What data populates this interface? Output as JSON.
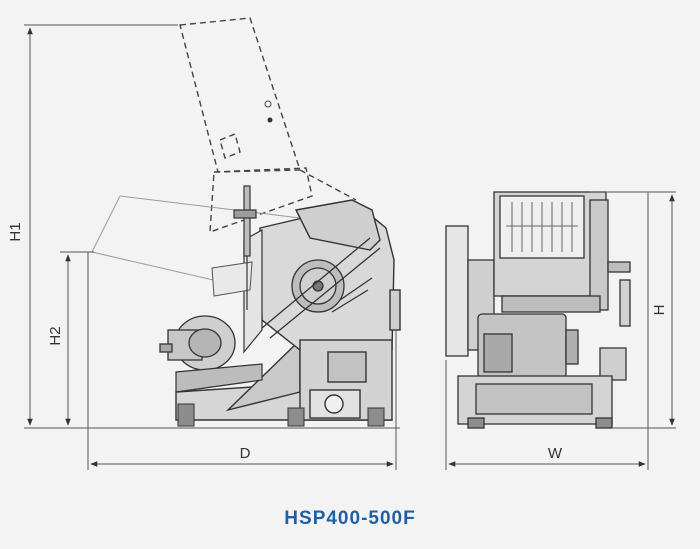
{
  "dimensions": {
    "h1": "H1",
    "h2": "H2",
    "d": "D",
    "h": "H",
    "w": "W"
  },
  "model": "HSP400-500F",
  "colors": {
    "title": "#1f5fa6",
    "machine_fill": "#dcdcdc",
    "outline": "#333333"
  }
}
